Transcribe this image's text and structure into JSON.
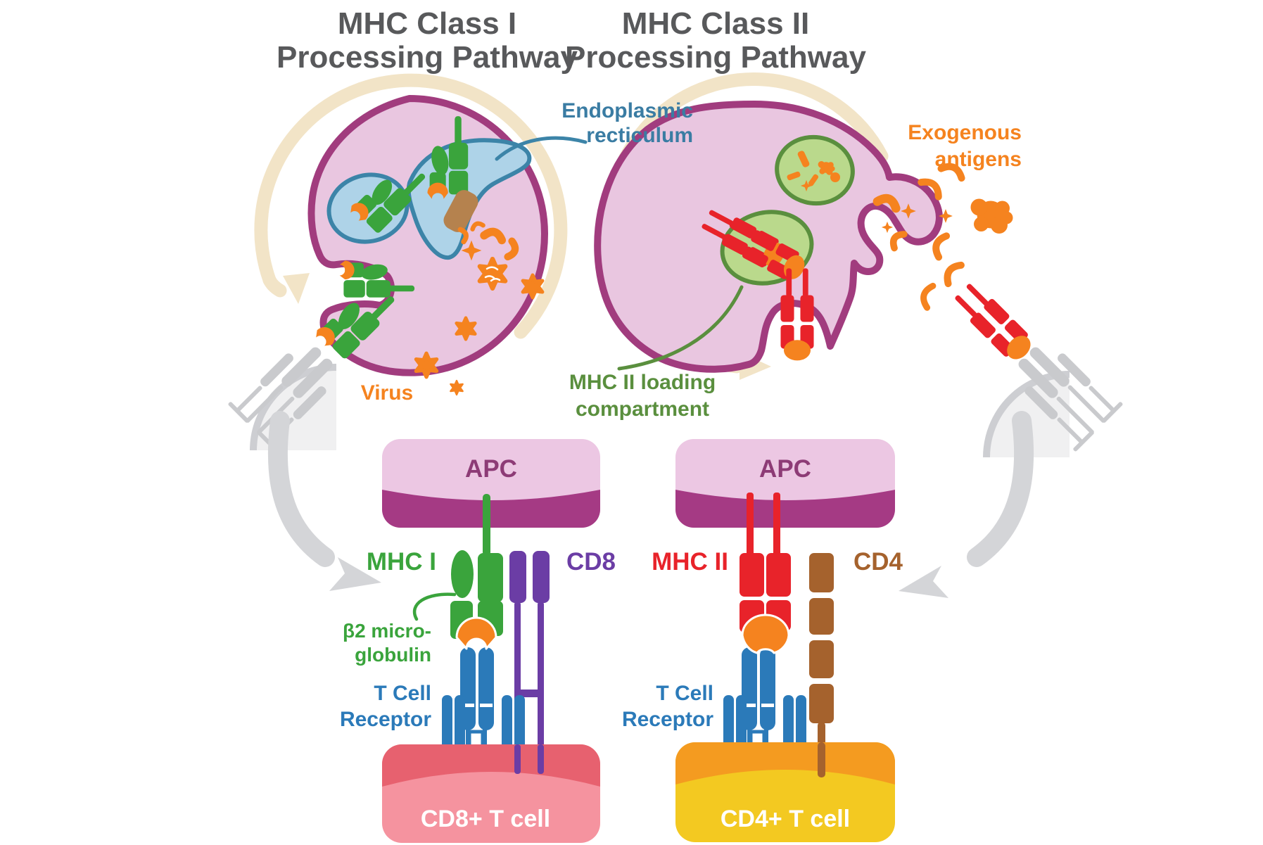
{
  "colors": {
    "titleGray": "#58595b",
    "cellFill": "#e9c6e0",
    "cellBorder": "#a13c7e",
    "erFill": "#aed3e8",
    "erBorder": "#3c84a8",
    "erText": "#3a7ca3",
    "orange": "#f5831f",
    "green": "#3aa43c",
    "greenDark": "#5a8f3e",
    "compFill": "#bad98c",
    "red": "#e8232a",
    "brown": "#a5622d",
    "brownLight": "#b5824e",
    "purple": "#6b3da5",
    "blue": "#2b7ab9",
    "tan": "#f2e4c7",
    "grayArrow": "#d4d5d8",
    "grayFill": "#f0f0f1",
    "grayBorder": "#cdced2",
    "grayTcr": "#c9cacd",
    "apcFill": "#ecc7e3",
    "apcBand": "#a53a84",
    "apcText": "#8d3b76",
    "tcell8Fill": "#f5939f",
    "tcell8Band": "#e7616f",
    "tcell4Fill": "#f3c921",
    "tcell4Band": "#f49b20"
  },
  "titles": {
    "class1_line1": "MHC Class I",
    "class1_line2": "Processing Pathway",
    "class2_line1": "MHC Class II",
    "class2_line2": "Processing Pathway"
  },
  "labels": {
    "er_line1": "Endoplasmic",
    "er_line2": "recticulum",
    "exogenous_line1": "Exogenous",
    "exogenous_line2": "antigens",
    "virus": "Virus",
    "loading_line1": "MHC II loading",
    "loading_line2": "compartment",
    "apc_class1": "APC",
    "apc_class2": "APC",
    "mhc1": "MHC I",
    "cd8": "CD8",
    "b2m_line1": "β2 micro-",
    "b2m_line2": "globulin",
    "tcr1_line1": "T Cell",
    "tcr1_line2": "Receptor",
    "mhc2": "MHC II",
    "cd4": "CD4",
    "tcr2_line1": "T Cell",
    "tcr2_line2": "Receptor",
    "cd8_tcell": "CD8+ T cell",
    "cd4_tcell": "CD4+ T cell"
  }
}
